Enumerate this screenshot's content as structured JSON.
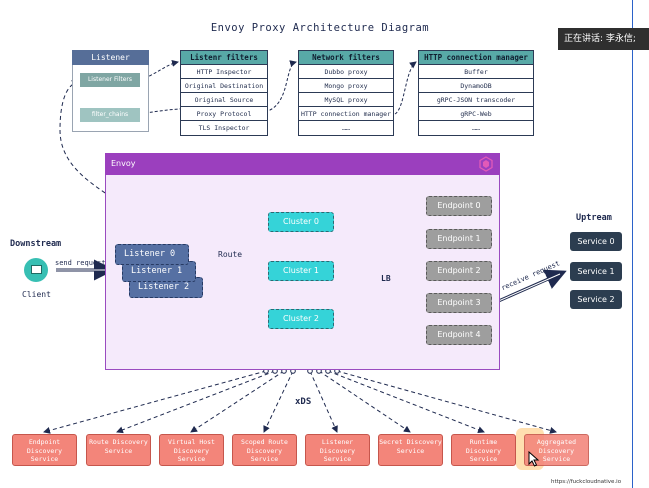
{
  "diagram": {
    "title": "Envoy Proxy Architecture Diagram",
    "speaker_label": "正在讲话: 李永信;",
    "listener_panel": {
      "title": "Listener",
      "listener_filters_label": "Listener Filters",
      "filter_chains_label": "filter_chains"
    },
    "listener_filters_table": {
      "title": "Listenr filters",
      "rows": [
        "HTTP Inspector",
        "Original Destination",
        "Original Source",
        "Proxy Protocol",
        "TLS Inspector"
      ]
    },
    "network_filters_table": {
      "title": "Network filters",
      "rows": [
        "Dubbo proxy",
        "Mongo proxy",
        "MySQL proxy",
        "HTTP connection manager",
        "……"
      ]
    },
    "http_cm_table": {
      "title": "HTTP connection manager",
      "rows": [
        "Buffer",
        "DynamoDB",
        "gRPC-JSON transcoder",
        "gRPC-Web",
        "……"
      ]
    },
    "envoy": {
      "title": "Envoy",
      "listeners": [
        "Listener 0",
        "Listener 1",
        "Listener 2"
      ],
      "clusters": [
        "Cluster 0",
        "Cluster 1",
        "Cluster 2"
      ],
      "endpoints": [
        "Endpoint 0",
        "Endpoint 1",
        "Endpoint 2",
        "Endpoint 3",
        "Endpoint 4"
      ],
      "route_label": "Route",
      "lb_label": "LB"
    },
    "downstream": {
      "title": "Downstream",
      "client_label": "Client",
      "send_request_label": "send request"
    },
    "upstream": {
      "title": "Uptream",
      "receive_request_label": "receive request",
      "services": [
        "Service 0",
        "Service 1",
        "Service 2"
      ]
    },
    "xds": {
      "label": "xDS",
      "services": [
        "Endpoint Discovery Service",
        "Route Discovery Service",
        "Virtual Host Discovery Service",
        "Scoped Route Discovery Service",
        "Listener Discovery Service",
        "Secret Discovery Service",
        "Runtime Discovery Service",
        "Aggregated Discovery Service"
      ]
    },
    "footer_url": "https://fuckcloudnative.io"
  },
  "colors": {
    "envoy_header": "#9b3fbe",
    "envoy_body": "#f5eafb",
    "cluster": "#35d3d8",
    "endpoint": "#9e9e9e",
    "listener": "#5670a3",
    "service": "#2c3d50",
    "xds_box": "#f3857a",
    "table_header": "#58a9a7",
    "client": "#37bfb3"
  },
  "icons": [
    "envoy-logo-icon",
    "client-monitor-icon",
    "cursor-icon"
  ]
}
